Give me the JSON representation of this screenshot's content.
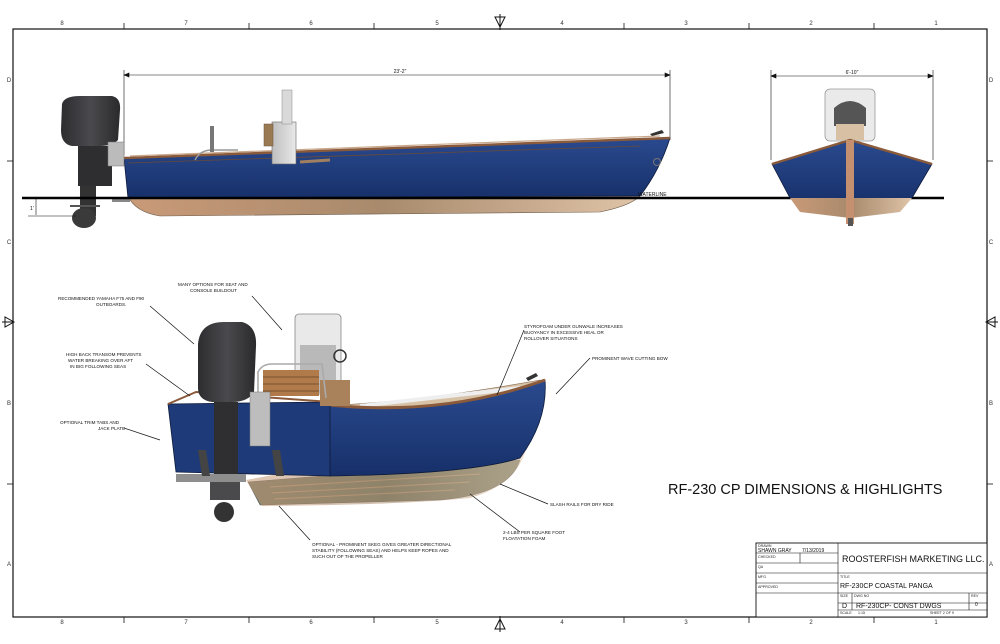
{
  "drawing": {
    "title": "RF-230 CP DIMENSIONS & HIGHLIGHTS",
    "zones_top": [
      "8",
      "7",
      "6",
      "5",
      "4",
      "3",
      "2",
      "1"
    ],
    "zones_side": [
      "D",
      "C",
      "B",
      "A"
    ]
  },
  "side_view": {
    "length_dim": "23'-2\"",
    "draft_dim": "1'",
    "waterline_label": "WATERLINE"
  },
  "front_view": {
    "beam_dim": "6'-10\""
  },
  "callouts": {
    "seat_console": [
      "MANY OPTIONS FOR SEAT AND",
      "CONSOLE BUILDOUT"
    ],
    "outboards": [
      "RECOMMENDED YAMAHA F75 AND F90",
      "OUTBOARDS."
    ],
    "transom": [
      "HIGH BACK TRANSOM PREVENTS",
      "WATER BREAKING OVER AFT",
      "IN BIG FOLLOWING SEAS"
    ],
    "trim_tabs": [
      "OPTIONAL TRIM TABS AND",
      "JACK PLATE"
    ],
    "styrofoam": [
      "STYROFOAM UNDER GUNWALE INCREASES",
      "BUOYANCY IN EXCESSIVE HEAL OR",
      "ROLLOVER SITUATIONS"
    ],
    "bow": [
      "PROMINENT WAVE CUTTING BOW"
    ],
    "slash_rails": [
      "SLASH RAILS FOR DRY RIDE"
    ],
    "flotation": [
      "2-4 LBS PER SQUARE FOOT",
      "FLOATATION FOAM"
    ],
    "skeg": [
      "OPTIONAL - PROMINENT SKEG GIVES GREATER DIRECTIONAL",
      "STABILITY (FOLLOWING SEAS) AND HELPS KEEP ROPES AND",
      "SUCH OUT OF THE PROPELLER"
    ]
  },
  "title_block": {
    "drawn_label": "DRAWN",
    "drawn_name": "SHAWN GRAY",
    "drawn_date": "7/13/2019",
    "checked_label": "CHECKED",
    "qa_label": "QA",
    "mfg_label": "MFG",
    "approved_label": "APPROVED",
    "company": "ROOSTERFISH MARKETING LLC.",
    "title_label": "TITLE",
    "title_value": "RF-230CP COASTAL PANGA",
    "size_label": "SIZE",
    "size_value": "D",
    "dwg_label": "DWG NO",
    "dwg_value": "RF-230CP- CONST DWGS",
    "rev_label": "REV",
    "rev_value": "0",
    "scale_label": "SCALE",
    "scale_value": "1:15",
    "sheet_value": "SHEET 2 OF 9"
  },
  "colors": {
    "hull_blue": "#1f3a78",
    "wood": "#c49070",
    "engine": "#3a3a3c",
    "frame": "#111111"
  }
}
